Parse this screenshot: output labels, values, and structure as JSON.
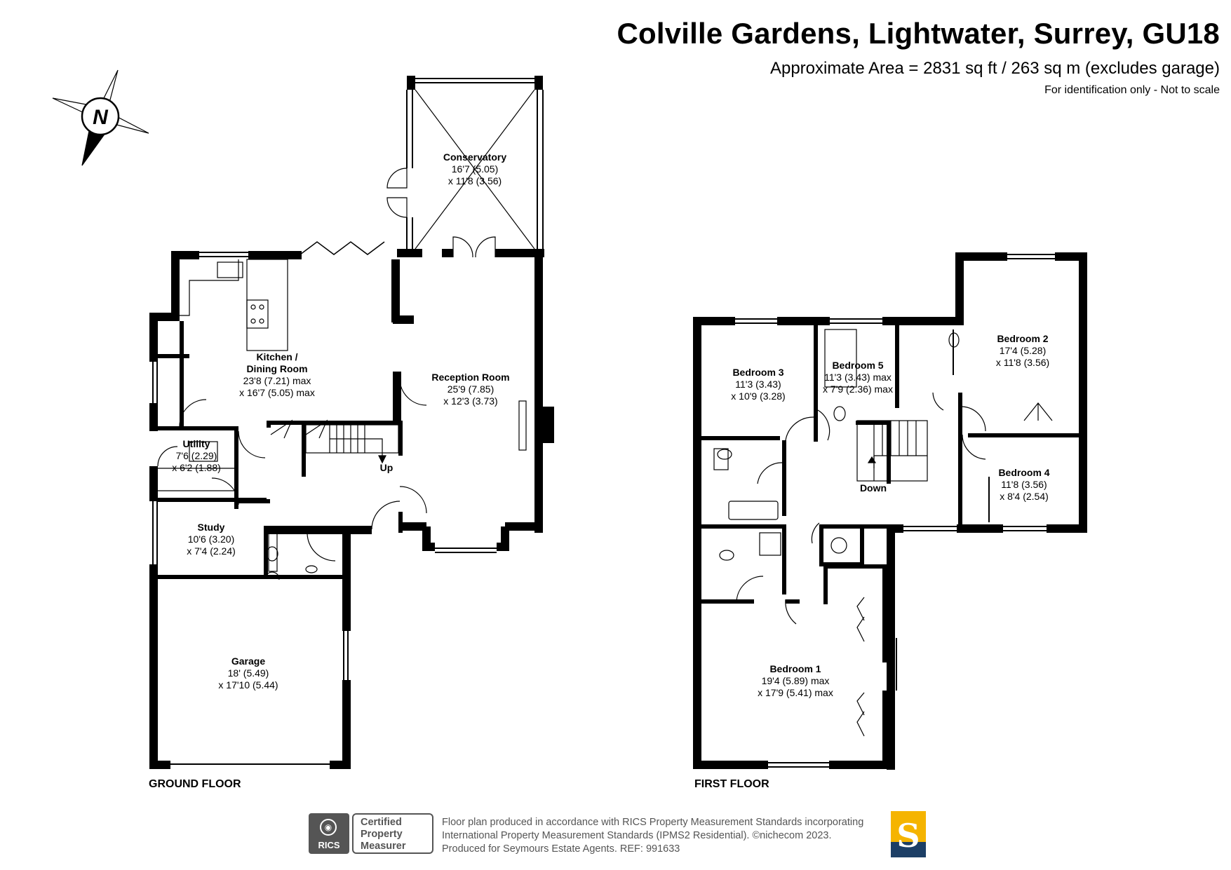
{
  "header": {
    "title": "Colville Gardens, Lightwater, Surrey, GU18",
    "area": "Approximate Area = 2831 sq ft / 263 sq m (excludes garage)",
    "note": "For identification only - Not to scale"
  },
  "compass": {
    "letter": "N",
    "icon": "north-compass-icon"
  },
  "ground_floor": {
    "label": "GROUND FLOOR",
    "rooms": [
      {
        "name": "Conservatory",
        "dim1": "16'7 (5.05)",
        "dim2": "x 11'8 (3.56)"
      },
      {
        "name": "Kitchen /",
        "name2": "Dining Room",
        "dim1": "23'8 (7.21) max",
        "dim2": "x 16'7 (5.05) max"
      },
      {
        "name": "Reception Room",
        "dim1": "25'9 (7.85)",
        "dim2": "x 12'3 (3.73)"
      },
      {
        "name": "Utility",
        "dim1": "7'6 (2.29)",
        "dim2": "x 6'2 (1.88)"
      },
      {
        "name": "Study",
        "dim1": "10'6 (3.20)",
        "dim2": "x 7'4 (2.24)"
      },
      {
        "name": "Garage",
        "dim1": "18' (5.49)",
        "dim2": "x 17'10 (5.44)"
      }
    ],
    "stair_label": "Up"
  },
  "first_floor": {
    "label": "FIRST FLOOR",
    "rooms": [
      {
        "name": "Bedroom 3",
        "dim1": "11'3 (3.43)",
        "dim2": "x 10'9 (3.28)"
      },
      {
        "name": "Bedroom 5",
        "dim1": "11'3 (3.43) max",
        "dim2": "x 7'9 (2.36) max"
      },
      {
        "name": "Bedroom 2",
        "dim1": "17'4 (5.28)",
        "dim2": "x 11'8 (3.56)"
      },
      {
        "name": "Bedroom 4",
        "dim1": "11'8 (3.56)",
        "dim2": "x 8'4 (2.54)"
      },
      {
        "name": "Bedroom 1",
        "dim1": "19'4 (5.89) max",
        "dim2": "x 17'9 (5.41) max"
      }
    ],
    "stair_label": "Down"
  },
  "footer": {
    "line1": "Floor plan produced in accordance with RICS Property Measurement Standards incorporating",
    "line2": "International Property Measurement Standards (IPMS2 Residential).   ©nichecom 2023.",
    "line3": "Produced for Seymours Estate Agents.   REF: 991633",
    "rics_logo_text": "RICS",
    "badge": [
      "Certified",
      "Property",
      "Measurer"
    ],
    "agent_letter": "S"
  },
  "colors": {
    "wall": "#000000",
    "text": "#000000",
    "footer_grey": "#555555",
    "agent_gold": "#f5b400",
    "agent_navy": "#1d3f66"
  }
}
